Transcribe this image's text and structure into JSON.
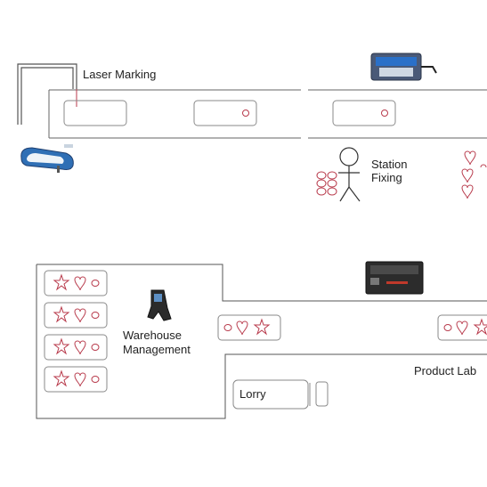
{
  "labels": {
    "laser_marking": "Laser Marking",
    "station": "Station",
    "fixing": "Fixing",
    "warehouse": "Warehouse",
    "management": "Management",
    "lorry": "Lorry",
    "product_label": "Product Lab"
  },
  "colors": {
    "line": "#555555",
    "shape": "#b83a4b",
    "box": "#8a8a8a"
  },
  "icons": {
    "laser_device": "laser-marker-icon",
    "scanner_top": "barcode-scanner-icon",
    "handheld_scanner": "handheld-scanner-icon",
    "worker": "person-icon",
    "mobile_terminal": "mobile-computer-icon",
    "label_printer": "label-printer-icon"
  }
}
